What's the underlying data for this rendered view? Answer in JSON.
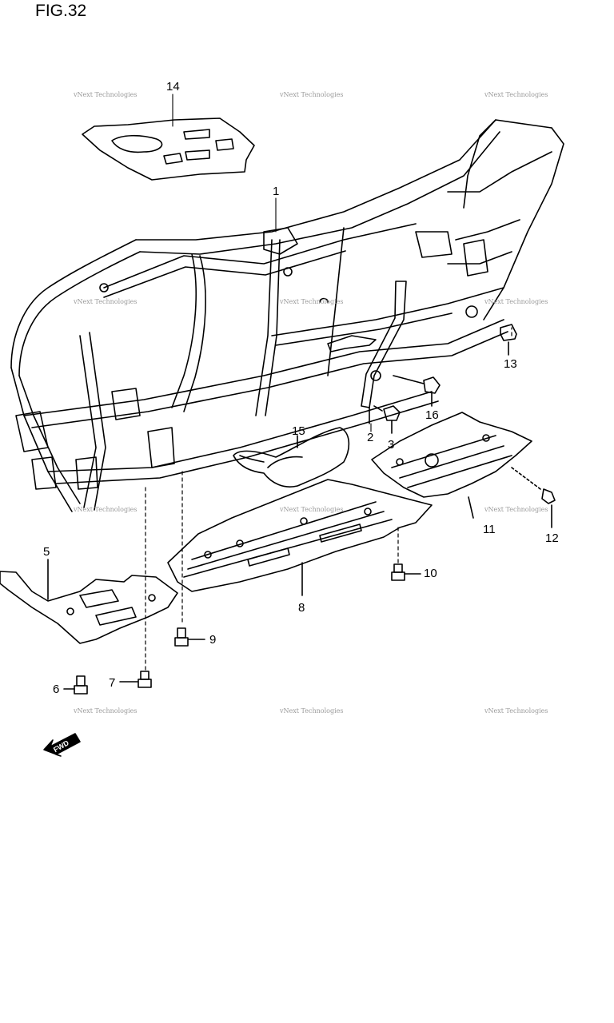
{
  "figure_title": "FIG.32",
  "fwd_label": "FWD",
  "watermark_text": "vNext Technologies",
  "callouts": {
    "p1": "1",
    "p2": "2",
    "p3": "3",
    "p5": "5",
    "p6": "6",
    "p7": "7",
    "p8": "8",
    "p9": "9",
    "p10": "10",
    "p11": "11",
    "p12": "12",
    "p13": "13",
    "p14": "14",
    "p15": "15",
    "p16": "16"
  }
}
